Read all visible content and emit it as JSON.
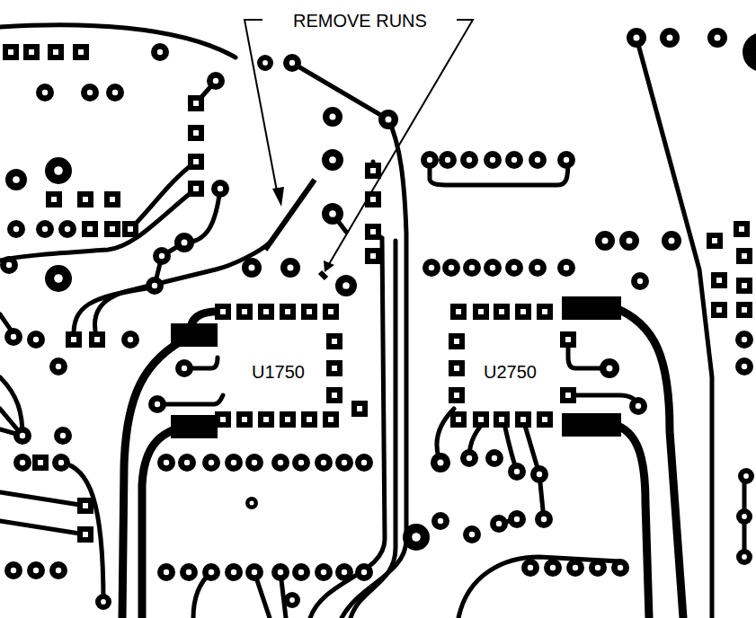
{
  "diagram": {
    "labels": [
      "REMOVE RUNS",
      "U1750",
      "U2750"
    ]
  }
}
